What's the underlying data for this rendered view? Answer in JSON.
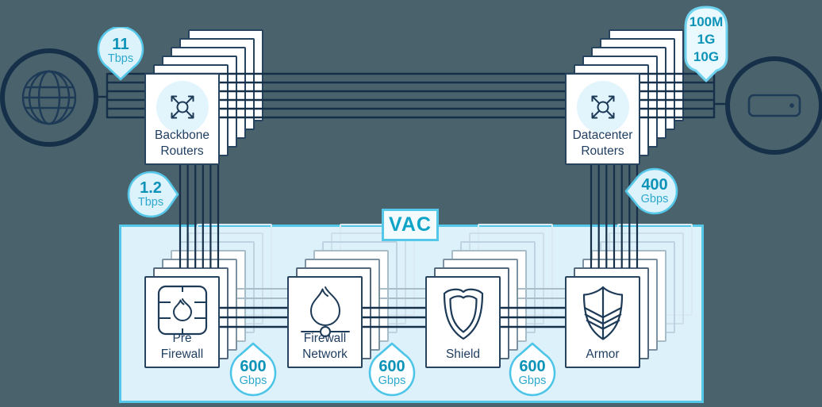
{
  "diagram": {
    "vac_label": "VAC",
    "internet": {
      "icon": "globe-icon"
    },
    "server": {
      "icon": "server-icon"
    },
    "backbone": {
      "label_line1": "Backbone",
      "label_line2": "Routers",
      "icon": "router-icon"
    },
    "datacenter": {
      "label_line1": "Datacenter",
      "label_line2": "Routers",
      "icon": "router-icon"
    },
    "stages": [
      {
        "id": "pre-firewall",
        "label_line1": "Pre",
        "label_line2": "Firewall",
        "icon": "firewall-icon"
      },
      {
        "id": "firewall-network",
        "label_line1": "Firewall",
        "label_line2": "Network",
        "icon": "flame-network-icon"
      },
      {
        "id": "shield",
        "label_line1": "Shield",
        "label_line2": "",
        "icon": "shield-icon"
      },
      {
        "id": "armor",
        "label_line1": "Armor",
        "label_line2": "",
        "icon": "armor-icon"
      }
    ],
    "badges": {
      "ingress": {
        "value": "11",
        "unit": "Tbps"
      },
      "to_vac": {
        "value": "1.2",
        "unit": "Tbps"
      },
      "from_vac": {
        "value": "400",
        "unit": "Gbps"
      },
      "server_links": {
        "lines": [
          "100M",
          "1G",
          "10G"
        ]
      },
      "stage1": {
        "value": "600",
        "unit": "Gbps"
      },
      "stage2": {
        "value": "600",
        "unit": "Gbps"
      },
      "stage3": {
        "value": "600",
        "unit": "Gbps"
      }
    },
    "colors": {
      "background": "#4a626c",
      "navy": "#16304a",
      "card_border": "#26445f",
      "cyan_border": "#55c8ea",
      "vac_fill": "#ddf1fb",
      "badge_fill": "#ddf3fc",
      "badge_value_text": "#0d93b8",
      "badge_unit_text": "#2ea9ce",
      "icon_bg": "#e2f4fc"
    }
  }
}
